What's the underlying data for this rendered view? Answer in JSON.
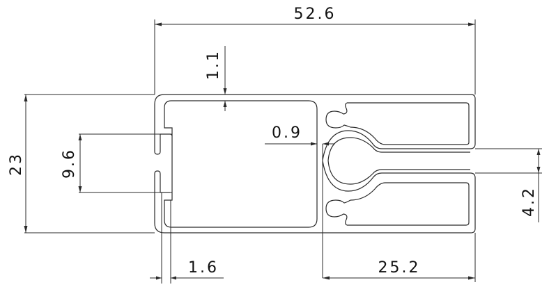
{
  "drawing": {
    "type": "aluminum-profile-cross-section",
    "units": "mm",
    "line_color": "#2a2a2a",
    "background": "#ffffff"
  },
  "dimensions": {
    "overall_width": "52.6",
    "overall_height": "23",
    "top_wall_thickness": "1.1",
    "slot_opening": "9.6",
    "inner_wall_thickness": "0.9",
    "right_slot_width": "4.2",
    "left_wall_thickness": "1.6",
    "right_section_width": "25.2"
  }
}
